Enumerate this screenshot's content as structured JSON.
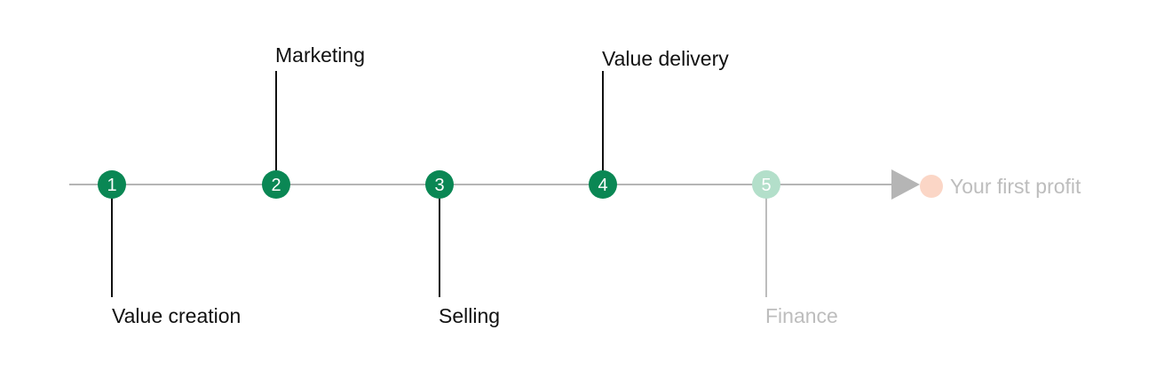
{
  "timeline": {
    "steps": [
      {
        "number": "1",
        "label": "Value creation",
        "label_side": "below",
        "state": "done"
      },
      {
        "number": "2",
        "label": "Marketing",
        "label_side": "above",
        "state": "done"
      },
      {
        "number": "3",
        "label": "Selling",
        "label_side": "below",
        "state": "done"
      },
      {
        "number": "4",
        "label": "Value delivery",
        "label_side": "above",
        "state": "done"
      },
      {
        "number": "5",
        "label": "Finance",
        "label_side": "below",
        "state": "pending"
      }
    ],
    "goal": {
      "label": "Your first profit",
      "state": "pending"
    }
  },
  "colors": {
    "step_done": "#0a8754",
    "step_pending": "#b3dfca",
    "text_done": "#111111",
    "text_pending": "#bdbdbd",
    "connector_done": "#111111",
    "connector_pending": "#bdbdbd",
    "axis": "#b5b5b5",
    "arrow": "#b5b5b5",
    "goal_dot": "#fbd6c6",
    "number_text": "#ffffff"
  }
}
